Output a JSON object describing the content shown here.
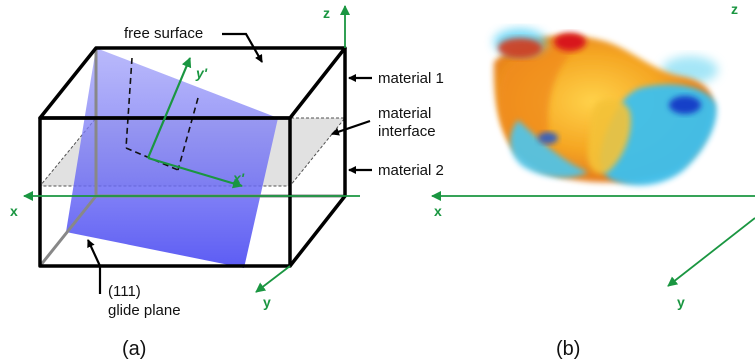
{
  "panel_a": {
    "caption": "(a)",
    "labels": {
      "free_surface": "free surface",
      "material_1": "material 1",
      "material_interface_line1": "material",
      "material_interface_line2": "interface",
      "material_2": "material 2",
      "glide_plane_line1": "(111)",
      "glide_plane_line2": "glide plane"
    },
    "axes": {
      "x": "x",
      "y": "y",
      "z": "z",
      "x_prime": "x'",
      "y_prime": "y'"
    }
  },
  "panel_b": {
    "caption": "(b)",
    "axes": {
      "x": "x",
      "y": "y",
      "z": "z"
    }
  },
  "colors": {
    "axis_green": "#1a9641",
    "box_black": "#000000",
    "glide_plane_blue": "#5a5af5",
    "interface_gray": "#d9d9d9"
  }
}
